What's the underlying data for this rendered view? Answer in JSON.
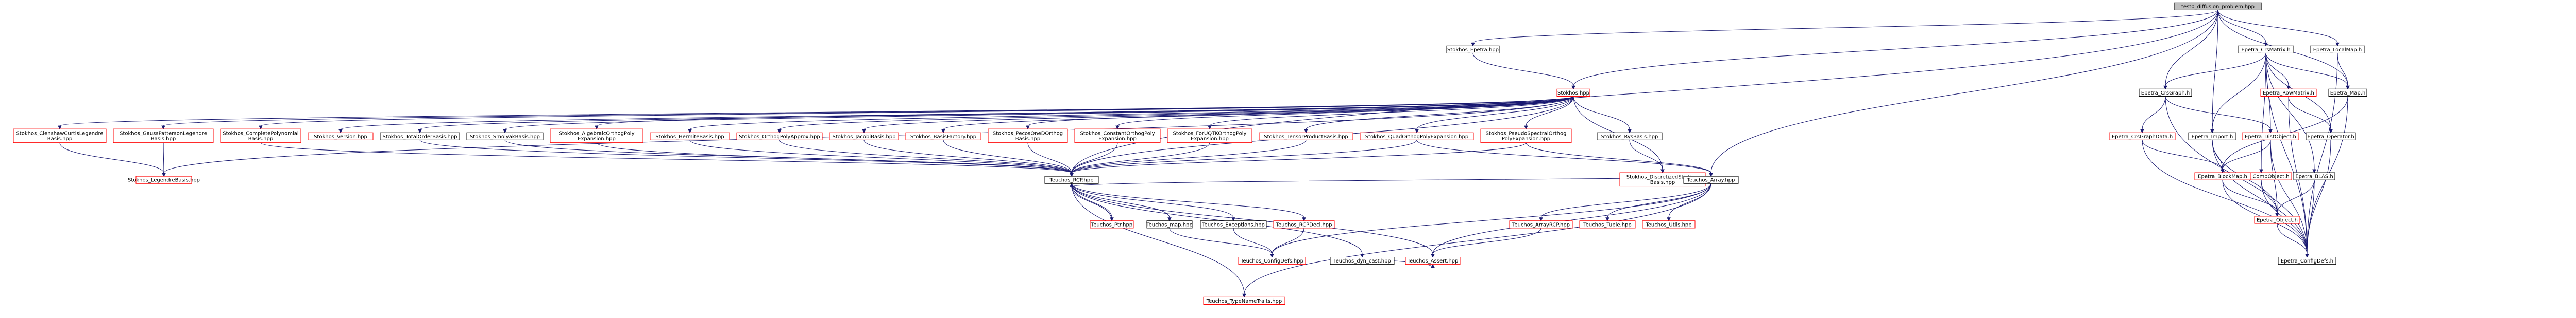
{
  "colors": {
    "edge": "#191970",
    "root_fill": "#bfbfbf",
    "root_stroke": "#000000",
    "link_border": "#000000",
    "incomplete_border": "#ff0000",
    "node_fill": "#ffffff",
    "text": "#000000"
  },
  "nodes": [
    {
      "id": "root",
      "lines": [
        "test0_diffusion_problem.hpp"
      ],
      "kind": "root"
    },
    {
      "id": "stokhos_epetra",
      "lines": [
        "Stokhos_Epetra.hpp"
      ],
      "kind": "linked"
    },
    {
      "id": "stokhos",
      "lines": [
        "Stokhos.hpp"
      ],
      "kind": "incomplete"
    },
    {
      "id": "ccl",
      "lines": [
        "Stokhos_ClenshawCurtisLegendre",
        "Basis.hpp"
      ],
      "kind": "incomplete"
    },
    {
      "id": "gpl",
      "lines": [
        "Stokhos_GaussPattersonLegendre",
        "Basis.hpp"
      ],
      "kind": "incomplete"
    },
    {
      "id": "legendre",
      "lines": [
        "Stokhos_LegendreBasis.hpp"
      ],
      "kind": "incomplete"
    },
    {
      "id": "cpb",
      "lines": [
        "Stokhos_CompletePolynomial",
        "Basis.hpp"
      ],
      "kind": "incomplete"
    },
    {
      "id": "version",
      "lines": [
        "Stokhos_Version.hpp"
      ],
      "kind": "incomplete"
    },
    {
      "id": "tob",
      "lines": [
        "Stokhos_TotalOrderBasis.hpp"
      ],
      "kind": "linked"
    },
    {
      "id": "smolyak",
      "lines": [
        "Stokhos_SmolyakBasis.hpp"
      ],
      "kind": "linked"
    },
    {
      "id": "algebraic",
      "lines": [
        "Stokhos_AlgebraicOrthogPoly",
        "Expansion.hpp"
      ],
      "kind": "incomplete"
    },
    {
      "id": "hermite",
      "lines": [
        "Stokhos_HermiteBasis.hpp"
      ],
      "kind": "incomplete"
    },
    {
      "id": "approx",
      "lines": [
        "Stokhos_OrthogPolyApprox.hpp"
      ],
      "kind": "incomplete"
    },
    {
      "id": "jacobi",
      "lines": [
        "Stokhos_JacobiBasis.hpp"
      ],
      "kind": "incomplete"
    },
    {
      "id": "factory",
      "lines": [
        "Stokhos_BasisFactory.hpp"
      ],
      "kind": "incomplete"
    },
    {
      "id": "pcesd",
      "lines": [
        "Stokhos_PecosOneDOrthog",
        "Basis.hpp"
      ],
      "kind": "incomplete"
    },
    {
      "id": "constant",
      "lines": [
        "Stokhos_ConstantOrthogPoly",
        "Expansion.hpp"
      ],
      "kind": "incomplete"
    },
    {
      "id": "forucpp",
      "lines": [
        "Stokhos_ForUQTKOrthogPoly",
        "Expansion.hpp"
      ],
      "kind": "incomplete"
    },
    {
      "id": "tensor",
      "lines": [
        "Stokhos_TensorProductBasis.hpp"
      ],
      "kind": "incomplete"
    },
    {
      "id": "quad",
      "lines": [
        "Stokhos_QuadOrthogPolyExpansion.hpp"
      ],
      "kind": "incomplete"
    },
    {
      "id": "pseudo",
      "lines": [
        "Stokhos_PseudoSpectralOrthog",
        "PolyExpansion.hpp"
      ],
      "kind": "incomplete"
    },
    {
      "id": "rys",
      "lines": [
        "Stokhos_RysBasis.hpp"
      ],
      "kind": "linked"
    },
    {
      "id": "discretized",
      "lines": [
        "Stokhos_DiscretizedStieltjes",
        "Basis.hpp"
      ],
      "kind": "incomplete"
    },
    {
      "id": "rcp",
      "lines": [
        "Teuchos_RCP.hpp"
      ],
      "kind": "linked"
    },
    {
      "id": "array",
      "lines": [
        "Teuchos_Array.hpp"
      ],
      "kind": "linked"
    },
    {
      "id": "ptr",
      "lines": [
        "Teuchos_Ptr.hpp"
      ],
      "kind": "incomplete"
    },
    {
      "id": "map",
      "lines": [
        "Teuchos_map.hpp"
      ],
      "kind": "linked"
    },
    {
      "id": "exceptions",
      "lines": [
        "Teuchos_Exceptions.hpp"
      ],
      "kind": "linked"
    },
    {
      "id": "rcpdecl",
      "lines": [
        "Teuchos_RCPDecl.hpp"
      ],
      "kind": "incomplete"
    },
    {
      "id": "arrayrcp",
      "lines": [
        "Teuchos_ArrayRCP.hpp"
      ],
      "kind": "incomplete"
    },
    {
      "id": "tuple",
      "lines": [
        "Teuchos_Tuple.hpp"
      ],
      "kind": "incomplete"
    },
    {
      "id": "utils",
      "lines": [
        "Teuchos_Utils.hpp"
      ],
      "kind": "incomplete"
    },
    {
      "id": "tcfg",
      "lines": [
        "Teuchos_ConfigDefs.hpp"
      ],
      "kind": "incomplete"
    },
    {
      "id": "dyncast",
      "lines": [
        "Teuchos_dyn_cast.hpp"
      ],
      "kind": "linked"
    },
    {
      "id": "assert",
      "lines": [
        "Teuchos_Assert.hpp"
      ],
      "kind": "incomplete"
    },
    {
      "id": "tnt",
      "lines": [
        "Teuchos_TypeNameTraits.hpp"
      ],
      "kind": "incomplete"
    },
    {
      "id": "crsmatrix",
      "lines": [
        "Epetra_CrsMatrix.h"
      ],
      "kind": "linked"
    },
    {
      "id": "localmap",
      "lines": [
        "Epetra_LocalMap.h"
      ],
      "kind": "linked"
    },
    {
      "id": "crsgraph",
      "lines": [
        "Epetra_CrsGraph.h"
      ],
      "kind": "linked"
    },
    {
      "id": "rowmatrix",
      "lines": [
        "Epetra_RowMatrix.h"
      ],
      "kind": "incomplete"
    },
    {
      "id": "emap",
      "lines": [
        "Epetra_Map.h"
      ],
      "kind": "linked"
    },
    {
      "id": "crsgraphdata",
      "lines": [
        "Epetra_CrsGraphData.h"
      ],
      "kind": "incomplete"
    },
    {
      "id": "import",
      "lines": [
        "Epetra_Import.h"
      ],
      "kind": "linked"
    },
    {
      "id": "distobject",
      "lines": [
        "Epetra_DistObject.h"
      ],
      "kind": "incomplete"
    },
    {
      "id": "operator",
      "lines": [
        "Epetra_Operator.h"
      ],
      "kind": "linked"
    },
    {
      "id": "compobject",
      "lines": [
        "Epetra_CompObject.h"
      ],
      "kind": "incomplete"
    },
    {
      "id": "blockmap",
      "lines": [
        "Epetra_BlockMap.h"
      ],
      "kind": "incomplete"
    },
    {
      "id": "blas",
      "lines": [
        "Epetra_BLAS.h"
      ],
      "kind": "linked"
    },
    {
      "id": "object",
      "lines": [
        "Epetra_Object.h"
      ],
      "kind": "incomplete"
    },
    {
      "id": "ecfg",
      "lines": [
        "Epetra_ConfigDefs.h"
      ],
      "kind": "linked"
    }
  ]
}
